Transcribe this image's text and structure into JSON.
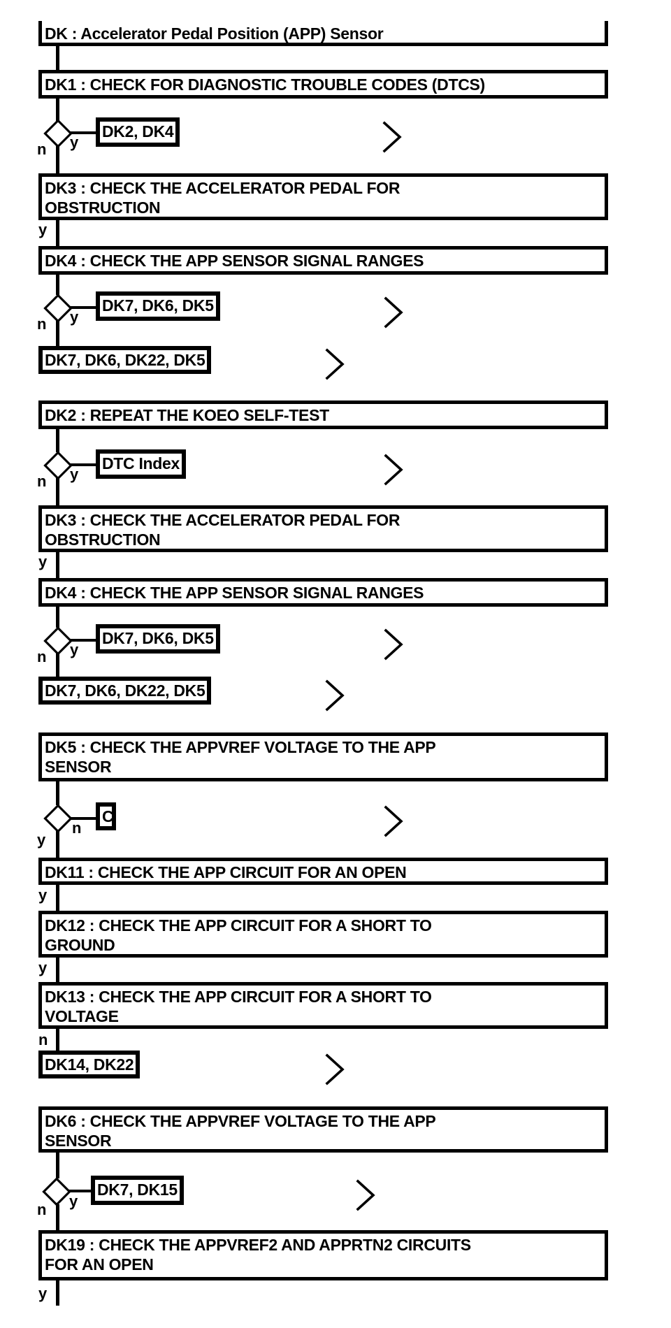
{
  "diagram": {
    "title_box": {
      "lines": [
        "DK : Accelerator Pedal Position (APP) Sensor"
      ]
    },
    "branch_labels": {
      "yes": "y",
      "no": "n"
    },
    "colors": {
      "line": "#000000",
      "background": "#ffffff"
    },
    "steps": {
      "dk1": {
        "lines": [
          "DK1 : CHECK FOR DIAGNOSTIC TROUBLE CODES (DTCS)"
        ]
      },
      "dk3a": {
        "lines": [
          "DK3 : CHECK THE ACCELERATOR PEDAL FOR",
          "OBSTRUCTION"
        ]
      },
      "dk4a": {
        "lines": [
          "DK4 : CHECK THE APP SENSOR SIGNAL RANGES"
        ]
      },
      "dk2": {
        "lines": [
          "DK2 : REPEAT THE KOEO SELF-TEST"
        ]
      },
      "dk3b": {
        "lines": [
          "DK3 : CHECK THE ACCELERATOR PEDAL FOR",
          "OBSTRUCTION"
        ]
      },
      "dk4b": {
        "lines": [
          "DK4 : CHECK THE APP SENSOR SIGNAL RANGES"
        ]
      },
      "dk5": {
        "lines": [
          "DK5 : CHECK THE APPVREF VOLTAGE TO THE APP",
          "SENSOR"
        ]
      },
      "dk11": {
        "lines": [
          "DK11 : CHECK THE APP CIRCUIT FOR AN OPEN"
        ]
      },
      "dk12": {
        "lines": [
          "DK12 : CHECK THE APP CIRCUIT FOR A SHORT TO",
          "GROUND"
        ]
      },
      "dk13": {
        "lines": [
          "DK13 : CHECK THE APP CIRCUIT FOR A SHORT TO",
          "VOLTAGE"
        ]
      },
      "dk6": {
        "lines": [
          "DK6 : CHECK THE APPVREF VOLTAGE TO THE APP",
          "SENSOR"
        ]
      },
      "dk19": {
        "lines": [
          "DK19 : CHECK THE APPVREF2 AND APPRTN2 CIRCUITS",
          "FOR AN OPEN"
        ]
      }
    },
    "links": {
      "dk1_yes": "DK2, DK4",
      "dk4a_yes": "DK7, DK6, DK5",
      "dk4a_no": "DK7, DK6, DK22, DK5",
      "dk2_yes": "DTC Index",
      "dk4b_yes": "DK7, DK6, DK5",
      "dk4b_no": "DK7, DK6, DK22, DK5",
      "dk5_no": "C",
      "dk13_no": "DK14, DK22",
      "dk6_yes": "DK7, DK15"
    }
  }
}
